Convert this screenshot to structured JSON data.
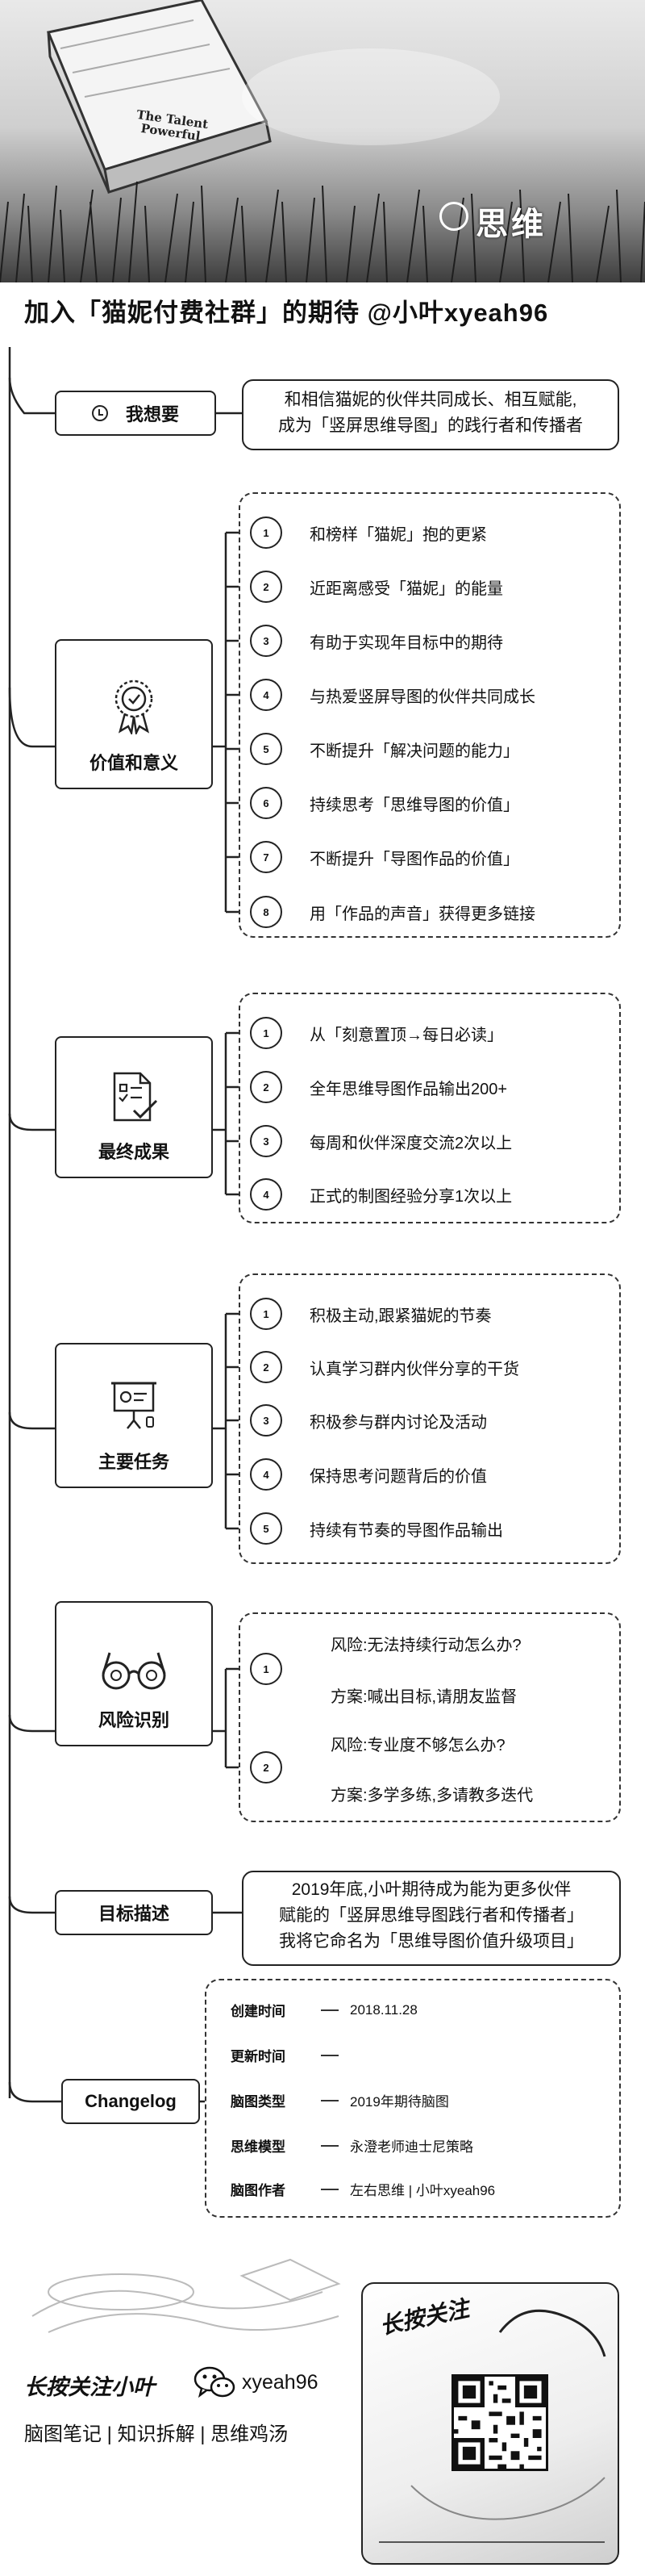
{
  "banner": {
    "book_title_line1": "The Talent",
    "book_title_line2": "Powerful",
    "brand_text": "思维"
  },
  "page_title": "加入「猫妮付费社群」的期待 @小叶xyeah96",
  "nodes": {
    "want": {
      "label": "我想要",
      "text_line1": "和相信猫妮的伙伴共同成长、相互赋能,",
      "text_line2": "成为「竖屏思维导图」的践行者和传播者"
    },
    "value": {
      "label": "价值和意义",
      "items": [
        {
          "num": "1",
          "text": "和榜样「猫妮」抱的更紧"
        },
        {
          "num": "2",
          "text": "近距离感受「猫妮」的能量"
        },
        {
          "num": "3",
          "text": "有助于实现年目标中的期待"
        },
        {
          "num": "4",
          "text": "与热爱竖屏导图的伙伴共同成长"
        },
        {
          "num": "5",
          "text": "不断提升「解决问题的能力」"
        },
        {
          "num": "6",
          "text": "持续思考「思维导图的价值」"
        },
        {
          "num": "7",
          "text": "不断提升「导图作品的价值」"
        },
        {
          "num": "8",
          "text": "用「作品的声音」获得更多链接"
        }
      ]
    },
    "results": {
      "label": "最终成果",
      "items": [
        {
          "num": "1",
          "text": "从「刻意置顶→每日必读」"
        },
        {
          "num": "2",
          "text": "全年思维导图作品输出200+"
        },
        {
          "num": "3",
          "text": "每周和伙伴深度交流2次以上"
        },
        {
          "num": "4",
          "text": "正式的制图经验分享1次以上"
        }
      ]
    },
    "tasks": {
      "label": "主要任务",
      "items": [
        {
          "num": "1",
          "text": "积极主动,跟紧猫妮的节奏"
        },
        {
          "num": "2",
          "text": "认真学习群内伙伴分享的干货"
        },
        {
          "num": "3",
          "text": "积极参与群内讨论及活动"
        },
        {
          "num": "4",
          "text": "保持思考问题背后的价值"
        },
        {
          "num": "5",
          "text": "持续有节奏的导图作品输出"
        }
      ]
    },
    "risks": {
      "label": "风险识别",
      "items": [
        {
          "num": "1",
          "risk": "风险:无法持续行动怎么办?",
          "plan": "方案:喊出目标,请朋友监督"
        },
        {
          "num": "2",
          "risk": "风险:专业度不够怎么办?",
          "plan": "方案:多学多练,多请教多迭代"
        }
      ]
    },
    "goal": {
      "label": "目标描述",
      "text_line1": "2019年底,小叶期待成为能为更多伙伴",
      "text_line2": "赋能的「竖屏思维导图践行者和传播者」",
      "text_line3": "我将它命名为「思维导图价值升级项目」"
    },
    "changelog": {
      "label": "Changelog",
      "rows": [
        {
          "label": "创建时间",
          "value": "2018.11.28"
        },
        {
          "label": "更新时间",
          "value": ""
        },
        {
          "label": "脑图类型",
          "value": "2019年期待脑图"
        },
        {
          "label": "思维模型",
          "value": "永澄老师迪士尼策略"
        },
        {
          "label": "脑图作者",
          "value": "左右思维 | 小叶xyeah96"
        }
      ]
    }
  },
  "footer": {
    "follow_text": "长按关注小叶",
    "wechat_id": "xyeah96",
    "tagline": "脑图笔记 | 知识拆解 | 思维鸡汤",
    "qr_caption": "长按关注"
  }
}
